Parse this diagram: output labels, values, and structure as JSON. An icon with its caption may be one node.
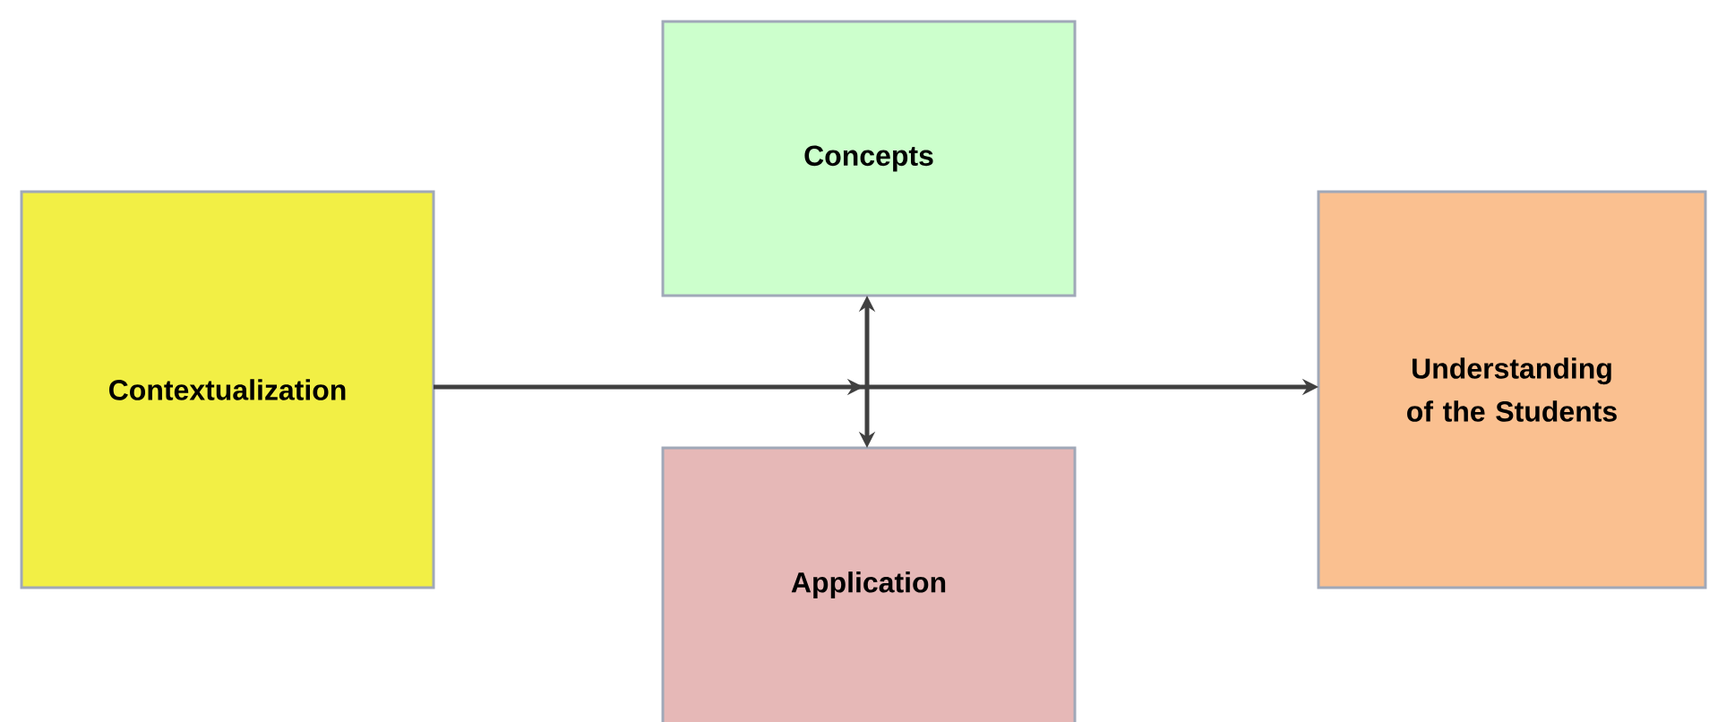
{
  "diagram": {
    "nodes": [
      {
        "text": [
          "Contextualization"
        ]
      },
      {
        "text": [
          "Concepts"
        ]
      },
      {
        "text": [
          "Application"
        ]
      },
      {
        "text": [
          "Understanding of the Students"
        ]
      }
    ],
    "edges": [
      {
        "from": 0,
        "to": 3,
        "arrow": "to"
      },
      {
        "from": 1,
        "to": 2,
        "arrow": "both"
      }
    ]
  }
}
